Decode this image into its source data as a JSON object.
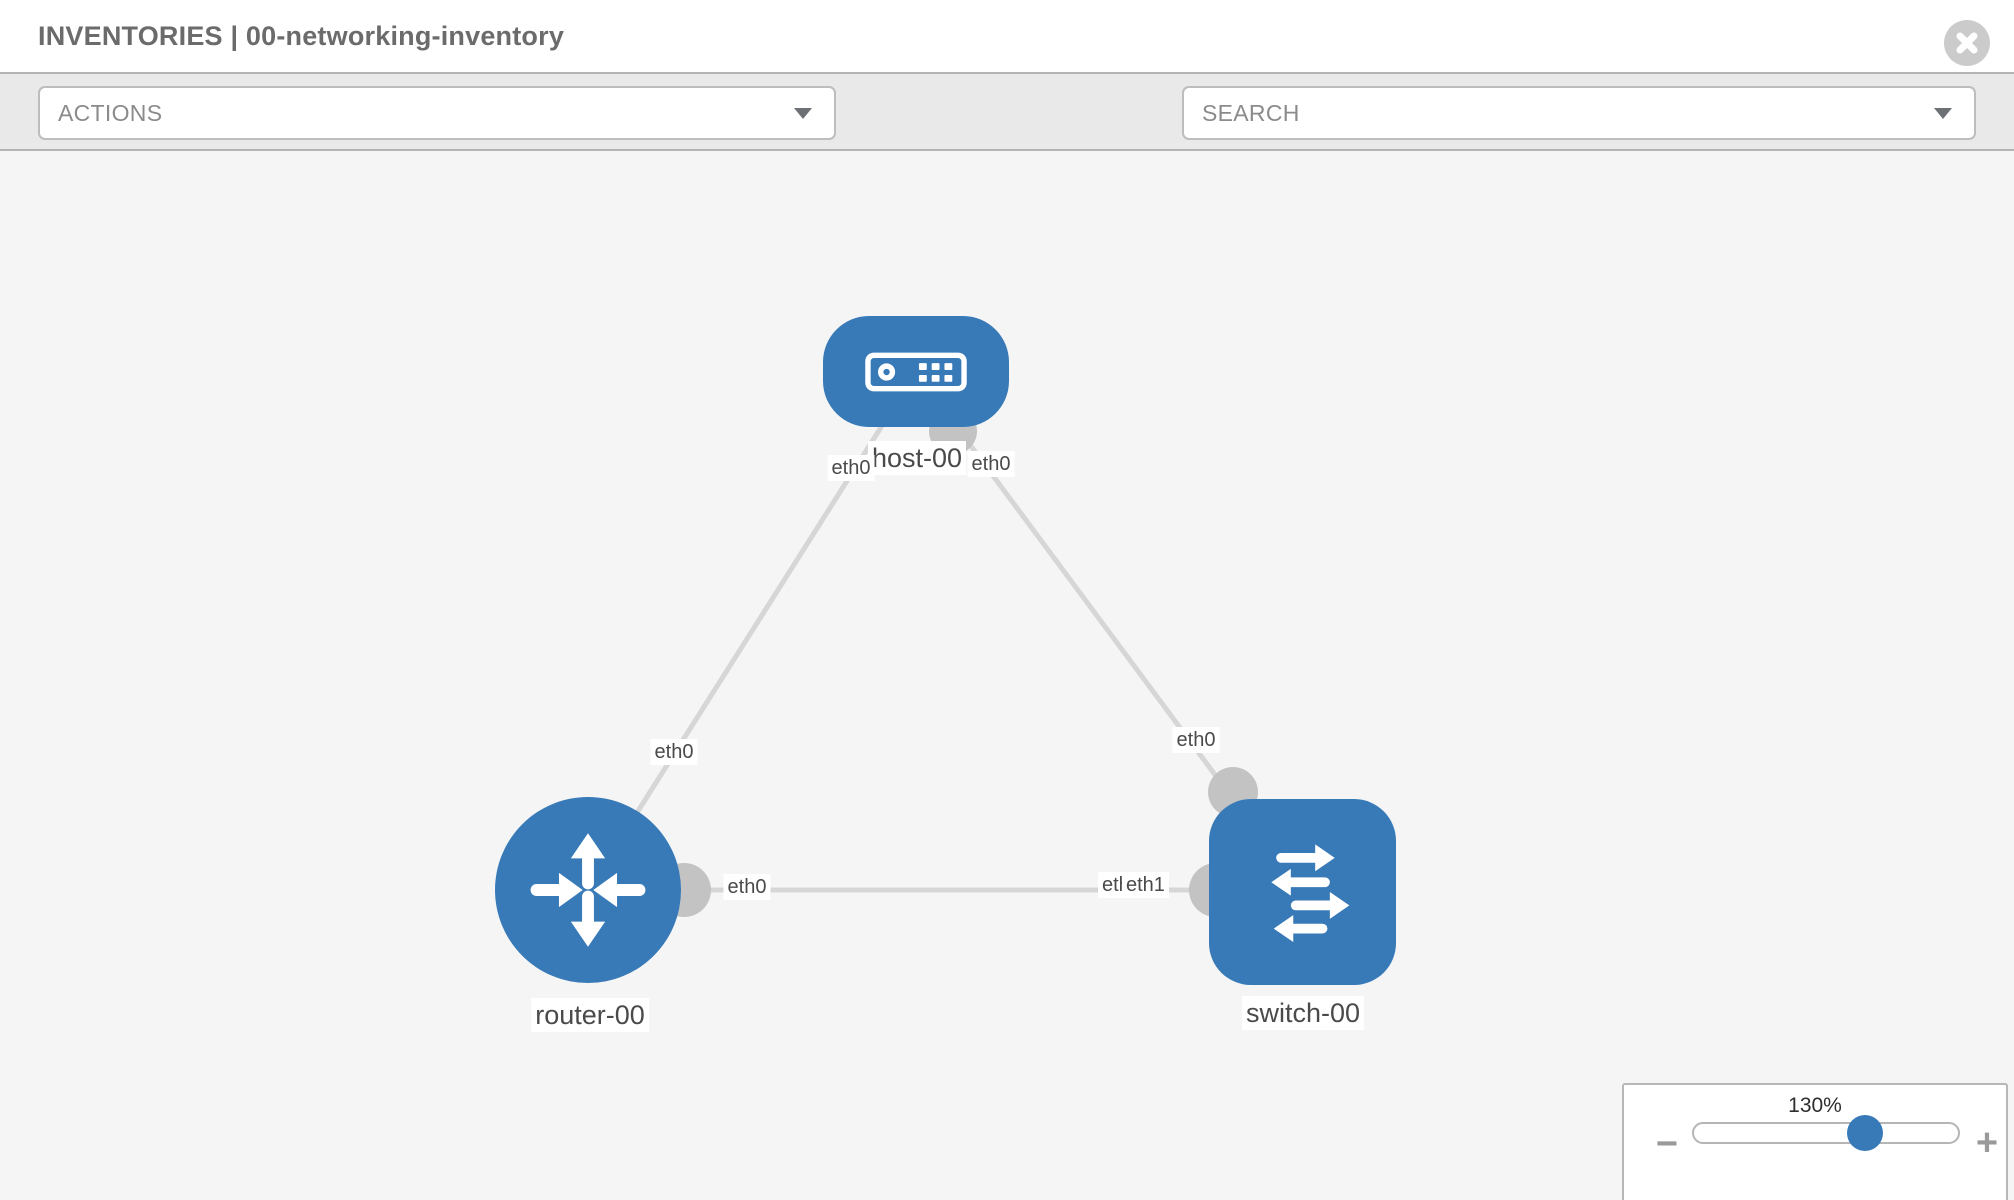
{
  "header": {
    "title": "INVENTORIES | 00-networking-inventory"
  },
  "toolbar": {
    "actions_label": "ACTIONS",
    "search_placeholder": "SEARCH"
  },
  "topology": {
    "nodes": [
      {
        "id": "host-00",
        "label": "host-00",
        "type": "host",
        "shape": "rounded-rect",
        "color": "#377ab7"
      },
      {
        "id": "router-00",
        "label": "router-00",
        "type": "router",
        "shape": "circle",
        "color": "#377ab7"
      },
      {
        "id": "switch-00",
        "label": "switch-00",
        "type": "switch",
        "shape": "rounded-square",
        "color": "#377ab7"
      }
    ],
    "links": [
      {
        "from": "host-00",
        "to": "router-00",
        "from_interface": "eth0",
        "to_interface": "eth0"
      },
      {
        "from": "host-00",
        "to": "switch-00",
        "from_interface": "eth0",
        "to_interface": "eth0"
      },
      {
        "from": "router-00",
        "to": "switch-00",
        "from_interface": "eth0",
        "to_interface": "eth1",
        "to_interface_overlapped": "eth0"
      }
    ]
  },
  "zoom_control": {
    "value": "130%",
    "percent": 130,
    "minus_label": "−",
    "plus_label": "+"
  },
  "colors": {
    "node_blue": "#377ab7",
    "link_gray": "#d6d6d6",
    "bubble_gray": "#c3c3c3",
    "toolbar_bg": "#e9e9e9",
    "canvas_bg": "#f5f5f5"
  }
}
